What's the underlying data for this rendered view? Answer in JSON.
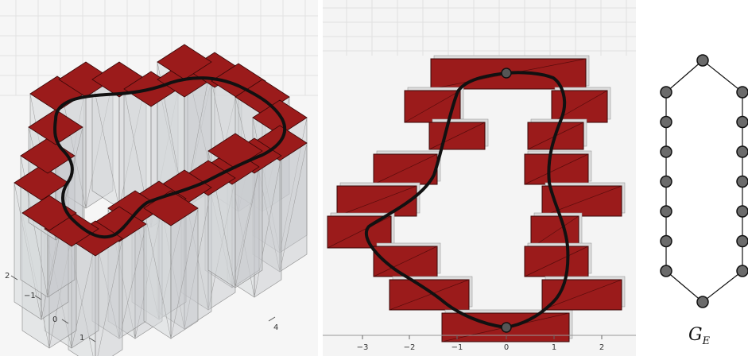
{
  "iso_view": {
    "tick_labels_left": [
      "2",
      "−1",
      "0",
      "1"
    ],
    "tick_labels_right": [
      "4"
    ]
  },
  "front_view": {
    "x_tick_labels": [
      "−3",
      "−2",
      "−1",
      "0",
      "1",
      "2"
    ]
  },
  "graph": {
    "label_main": "G",
    "label_sub": "E",
    "node_count": 16
  },
  "colors": {
    "brick": "#9b1b1b",
    "brick_edge": "#3a0808",
    "glass": "#d6d8db",
    "node": "#6b6b6b",
    "curve": "#111111"
  }
}
